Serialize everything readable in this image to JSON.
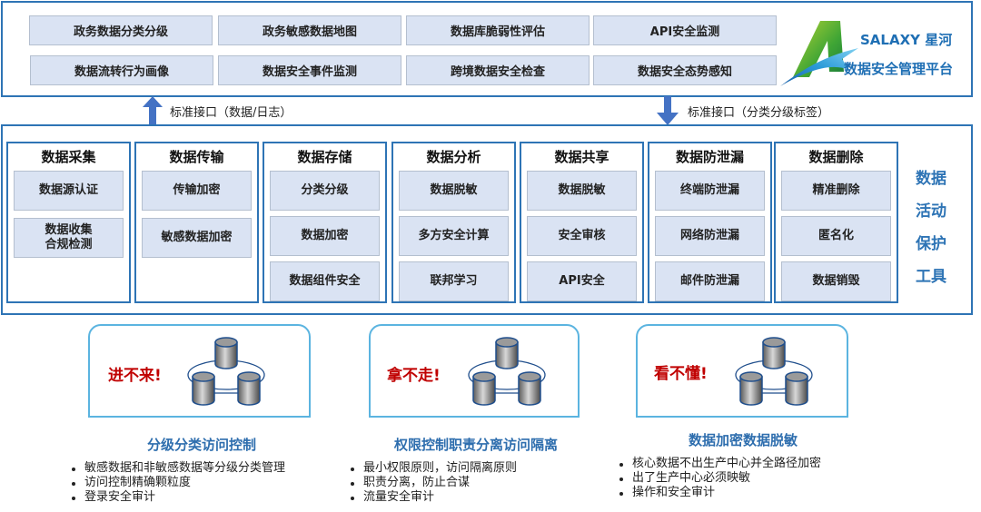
{
  "platform": {
    "functions": [
      [
        "政务数据分类分级",
        "政务敏感数据地图",
        "数据库脆弱性评估",
        "API安全监测"
      ],
      [
        "数据流转行为画像",
        "数据安全事件监测",
        "跨境数据安全检查",
        "数据安全态势感知"
      ]
    ],
    "logo": {
      "brand": "SALAXY 星河",
      "subtitle": "数据安全管理平台",
      "icon": "stylized-a-logo-icon"
    }
  },
  "interfaces": {
    "up": {
      "label": "标准接口（数据/日志）",
      "icon": "arrow-up-icon"
    },
    "down": {
      "label": "标准接口（分类分级标签）",
      "icon": "arrow-down-icon"
    }
  },
  "lifecycle": {
    "side_label": [
      "数据",
      "活动",
      "保护",
      "工具"
    ],
    "stages": [
      {
        "title": "数据采集",
        "tools": [
          "数据源认证",
          "数据收集\n合规检测"
        ]
      },
      {
        "title": "数据传输",
        "tools": [
          "传输加密",
          "敏感数据加密"
        ]
      },
      {
        "title": "数据存储",
        "tools": [
          "分类分级",
          "数据加密",
          "数据组件安全"
        ]
      },
      {
        "title": "数据分析",
        "tools": [
          "数据脱敏",
          "多方安全计算",
          "联邦学习"
        ]
      },
      {
        "title": "数据共享",
        "tools": [
          "数据脱敏",
          "安全审核",
          "API安全"
        ]
      },
      {
        "title": "数据防泄漏",
        "tools": [
          "终端防泄漏",
          "网络防泄漏",
          "邮件防泄漏"
        ]
      },
      {
        "title": "数据删除",
        "tools": [
          "精准删除",
          "匿名化",
          "数据销毁"
        ]
      }
    ]
  },
  "principles": [
    {
      "slogan": "进不来!",
      "title": "分级分类访问控制",
      "bullets": [
        "敏感数据和非敏感数据等分级分类管理",
        "访问控制精确颗粒度",
        "登录安全审计"
      ],
      "icon": "database-cluster-icon"
    },
    {
      "slogan": "拿不走!",
      "title": "权限控制职责分离访问隔离",
      "bullets": [
        "最小权限原则，访问隔离原则",
        "职责分离，防止合谋",
        "流量安全审计"
      ],
      "icon": "database-cluster-icon"
    },
    {
      "slogan": "看不懂!",
      "title": "数据加密数据脱敏",
      "bullets": [
        "核心数据不出生产中心并全路径加密",
        "出了生产中心必须映敏",
        "操作和安全审计"
      ],
      "icon": "database-cluster-icon"
    }
  ],
  "colors": {
    "frame_blue": "#2e74b5",
    "box_fill": "#dae3f3",
    "slogan_red": "#c00000",
    "title_blue": "#2e6eae",
    "card_border": "#5bb4e0"
  }
}
